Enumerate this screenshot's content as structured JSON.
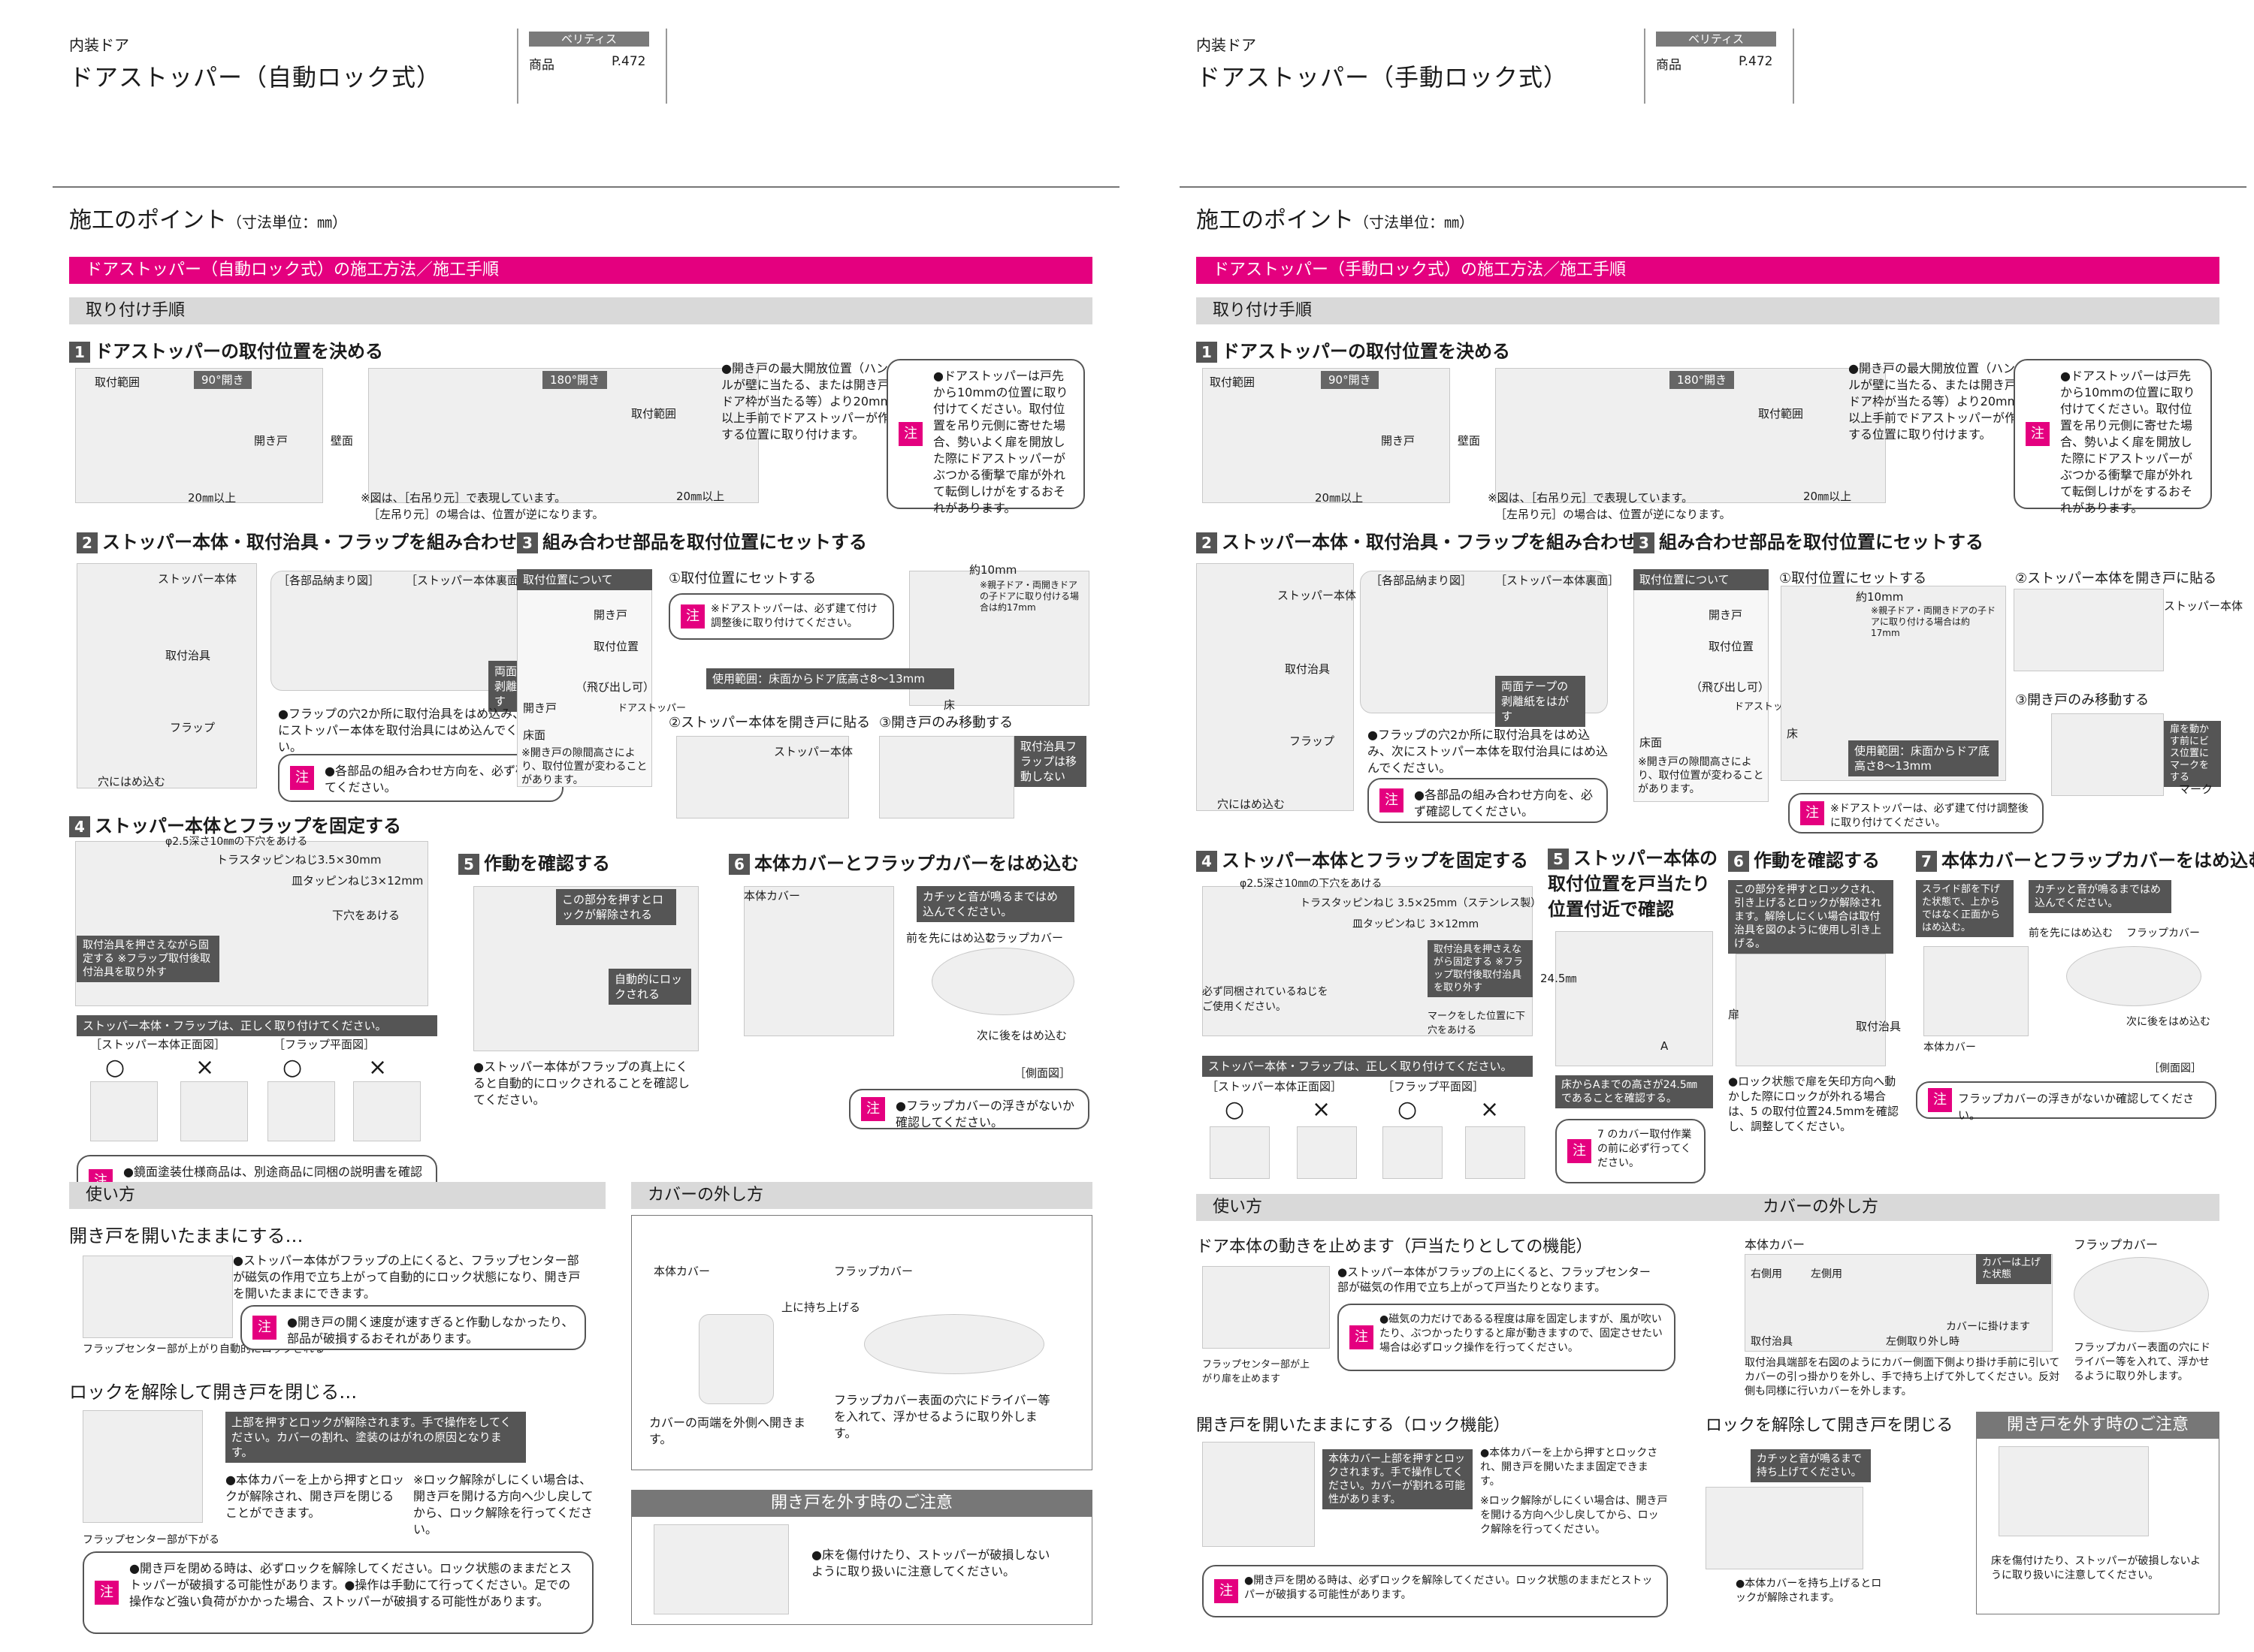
{
  "left": {
    "category": "内装ドア",
    "title": "ドアストッパー（自動ロック式）",
    "brand": "ベリティス",
    "product_label": "商品",
    "page_ref": "P.472",
    "points_title": "施工のポイント",
    "points_unit": "（寸法単位：㎜）",
    "section_title": "ドアストッパー（自動ロック式）の施工方法／施工手順",
    "procedure": "取り付け手順",
    "step1": {
      "num": "1",
      "title": "ドアストッパーの取付位置を決める",
      "range_label": "取付範囲",
      "open90": "90°開き",
      "open180": "180°開き",
      "hikido": "開き戸",
      "wall": "壁面",
      "min20a": "20㎜以上",
      "min20b": "20㎜以上",
      "range_label2": "取付範囲",
      "fig_note1": "※図は、［右吊り元］で表現しています。",
      "fig_note2": "［左吊り元］の場合は、位置が逆になります。",
      "text": "●開き戸の最大開放位置（ハンドルが壁に当たる、または開き戸とドア枠が当たる等）より20mm以上手前でドアストッパーが作動する位置に取り付けます。",
      "note": "●ドアストッパーは戸先から10mmの位置に取り付けてください。取付位置を吊り元側に寄せた場合、勢いよく扉を開放した際にドアストッパーがぶつかる衝撃で扉が外れて転倒しけがをするおそれがあります。"
    },
    "step2": {
      "num": "2",
      "title": "ストッパー本体・取付治具・フラップを組み合わせる",
      "body": "ストッパー本体",
      "jig": "取付治具",
      "flap": "フラップ",
      "hole": "穴にはめ込む",
      "parts": "［各部品納まり図］",
      "back": "［ストッパー本体裏面］",
      "tape": "両面テープの剥離紙をはがす",
      "text": "●フラップの穴2か所に取付治具をはめ込み、次にストッパー本体を取付治具にはめ込んでください。",
      "note": "●各部品の組み合わせ方向を、必ず確認してください。"
    },
    "step3": {
      "num": "3",
      "title": "組み合わせ部品を取付位置にセットする",
      "about": "取付位置について",
      "hikido": "開き戸",
      "pos": "取付位置",
      "protrude": "（飛び出し可）",
      "hikido2": "開き戸",
      "door_stopper": "ドアストッパー",
      "floor": "床面",
      "gap_note": "※開き戸の隙間高さにより、取付位置が変わることがあります。",
      "s1": "①取付位置にセットする",
      "s2": "②ストッパー本体を開き戸に貼る",
      "s3": "③開き戸のみ移動する",
      "approx": "約10mm",
      "parent_note": "※親子ドア・両開きドアの子ドアに取り付ける場合は約17mm",
      "note": "※ドアストッパーは、必ず建て付け調整後に取り付けてください。",
      "range": "使用範囲：床面からドア底高さ8～13mm",
      "floor2": "床",
      "body": "ストッパー本体",
      "jig_no_move": "取付治具フラップは移動しない"
    },
    "step4": {
      "num": "4",
      "title": "ストッパー本体とフラップを固定する",
      "pilot": "φ2.5深さ10㎜の下穴をあける",
      "screw1": "トラスタッピンねじ3.5×30mm",
      "screw2": "皿タッピンねじ3×12mm",
      "pilot2": "下穴をあける",
      "remove": "取付治具を押さえながら固定する ※フラップ取付後取付治具を取り外す",
      "correct": "ストッパー本体・フラップは、正しく取り付けてください。",
      "front": "［ストッパー本体正面図］",
      "plan": "［フラップ平面図］",
      "note": "●鏡面塗装仕様商品は、別途商品に同梱の説明書を確認の上、専用キリで下穴加工を行ってください。"
    },
    "step5": {
      "num": "5",
      "title": "作動を確認する",
      "push": "この部分を押すとロックが解除される",
      "auto": "自動的にロックされる",
      "text": "●ストッパー本体がフラップの真上にくると自動的にロックされることを確認してください。"
    },
    "step6": {
      "num": "6",
      "title": "本体カバーとフラップカバーをはめ込む",
      "cover": "本体カバー",
      "click": "カチッと音が鳴るまではめ込んでください。",
      "front_first": "前を先にはめ込む",
      "flap_cover": "フラップカバー",
      "next_back": "次に後をはめ込む",
      "side": "［側面図］",
      "note": "●フラップカバーの浮きがないか確認してください。"
    },
    "usage": "使い方",
    "cover_remove": "カバーの外し方",
    "use1": {
      "title": "開き戸を開いたままにする…",
      "text": "●ストッパー本体がフラップの上にくると、フラップセンター部が磁気の作用で立ち上がって自動的にロック状態になり、開き戸を開いたままにできます。",
      "center": "フラップセンター部が上がり自動的にロックされる",
      "note": "●開き戸の開く速度が速すぎると作動しなかったり、部品が破損するおそれがあります。"
    },
    "use2": {
      "title": "ロックを解除して開き戸を閉じる…",
      "box": "上部を押すとロックが解除されます。手で操作をしてください。カバーの割れ、塗装のはがれの原因となります。",
      "text": "●本体カバーを上から押すとロックが解除され、開き戸を閉じることができます。",
      "text2": "※ロック解除がしにくい場合は、開き戸を開ける方向へ少し戻してから、ロック解除を行ってください。",
      "center": "フラップセンター部が下がる",
      "note": "●開き戸を閉める時は、必ずロックを解除してください。ロック状態のままだとストッパーが破損する可能性があります。●操作は手動にて行ってください。足での操作など強い負荷がかかった場合、ストッパーが破損する可能性があります。"
    },
    "cover": {
      "body_cover": "本体カバー",
      "flap_cover": "フラップカバー",
      "lift": "上に持ち上げる",
      "body_text": "カバーの両端を外側へ開きます。",
      "flap_text": "フラップカバー表面の穴にドライバー等を入れて、浮かせるように取り外します。"
    },
    "caution": {
      "title": "開き戸を外す時のご注意",
      "text": "●床を傷付けたり、ストッパーが破損しないように取り扱いに注意してください。"
    }
  },
  "right": {
    "category": "内装ドア",
    "title": "ドアストッパー（手動ロック式）",
    "brand": "ベリティス",
    "product_label": "商品",
    "page_ref": "P.472",
    "points_title": "施工のポイント",
    "points_unit": "（寸法単位：㎜）",
    "section_title": "ドアストッパー（手動ロック式）の施工方法／施工手順",
    "procedure": "取り付け手順",
    "step1": {
      "num": "1",
      "title": "ドアストッパーの取付位置を決める",
      "range_label": "取付範囲",
      "open90": "90°開き",
      "open180": "180°開き",
      "hikido": "開き戸",
      "wall": "壁面",
      "min20a": "20㎜以上",
      "min20b": "20㎜以上",
      "range_label2": "取付範囲",
      "fig_note1": "※図は、［右吊り元］で表現しています。",
      "fig_note2": "［左吊り元］の場合は、位置が逆になります。",
      "text": "●開き戸の最大開放位置（ハンドルが壁に当たる、または開き戸とドア枠が当たる等）より20mm以上手前でドアストッパーが作動する位置に取り付けます。",
      "note": "●ドアストッパーは戸先から10mmの位置に取り付けてください。取付位置を吊り元側に寄せた場合、勢いよく扉を開放した際にドアストッパーがぶつかる衝撃で扉が外れて転倒しけがをするおそれがあります。"
    },
    "step2": {
      "num": "2",
      "title": "ストッパー本体・取付治具・フラップを組み合わせる",
      "body": "ストッパー本体",
      "jig": "取付治具",
      "flap": "フラップ",
      "hole": "穴にはめ込む",
      "parts": "［各部品納まり図］",
      "back": "［ストッパー本体裏面］",
      "tape": "両面テープの剥離紙をはがす",
      "text": "●フラップの穴2か所に取付治具をはめ込み、次にストッパー本体を取付治具にはめ込んでください。",
      "note": "●各部品の組み合わせ方向を、必ず確認してください。"
    },
    "step3": {
      "num": "3",
      "title": "組み合わせ部品を取付位置にセットする",
      "about": "取付位置について",
      "hikido": "開き戸",
      "pos": "取付位置",
      "protrude": "（飛び出し可）",
      "door_stopper": "ドアストッパー",
      "floor": "床面",
      "gap_note": "※開き戸の隙間高さにより、取付位置が変わることがあります。",
      "s1": "①取付位置にセットする",
      "s2": "②ストッパー本体を開き戸に貼る",
      "s3": "③開き戸のみ移動する",
      "approx": "約10mm",
      "parent_note": "※親子ドア・両開きドアの子ドアに取り付ける場合は約17mm",
      "range": "使用範囲：床面からドア底高さ8～13mm",
      "floor2": "床",
      "body": "ストッパー本体",
      "mark_note": "扉を動かす前にビス位置にマークをする",
      "mark": "マーク",
      "note": "※ドアストッパーは、必ず建て付け調整後に取り付けてください。"
    },
    "step4": {
      "num": "4",
      "title": "ストッパー本体とフラップを固定する",
      "pilot": "φ2.5深さ10㎜の下穴をあける",
      "screw1": "トラスタッピンねじ 3.5×25mm（ステンレス製）",
      "screw2": "皿タッピンねじ 3×12mm",
      "remove": "取付治具を押さえながら固定する ※フラップ取付後取付治具を取り外す",
      "marked": "マークをした位置に下穴をあける",
      "attached": "必ず同梱されているねじをご使用ください。",
      "correct": "ストッパー本体・フラップは、正しく取り付けてください。",
      "front": "［ストッパー本体正面図］",
      "plan": "［フラップ平面図］"
    },
    "step5": {
      "num": "5",
      "title": "ストッパー本体の取付位置を戸当たり位置付近で確認",
      "dim": "24.5㎜",
      "a": "A",
      "text": "床からAまでの高さが24.5㎜であることを確認する。",
      "note": "7 のカバー取付作業の前に必ず行ってください。"
    },
    "step6": {
      "num": "6",
      "title": "作動を確認する",
      "box": "この部分を押すとロックされ、引き上げるとロックが解除されます。解除しにくい場合は取付治具を図のように使用し引き上げる。",
      "door": "扉",
      "jig": "取付治具",
      "text": "●ロック状態で扉を矢印方向へ動かした際にロックが外れる場合は、5 の取付位置24.5mmを確認し、調整してください。"
    },
    "step7": {
      "num": "7",
      "title": "本体カバーとフラップカバーをはめ込む",
      "slide": "スライド部を下げた状態で、上からではなく正面からはめ込む。",
      "click": "カチッと音が鳴るまではめ込んでください。",
      "front_first": "前を先にはめ込む",
      "flap_cover": "フラップカバー",
      "next_back": "次に後をはめ込む",
      "body_cover": "本体カバー",
      "side": "［側面図］",
      "note": "フラップカバーの浮きがないか確認してください。"
    },
    "usage": "使い方",
    "cover_remove": "カバーの外し方",
    "use1": {
      "title": "ドア本体の動きを止めます（戸当たりとしての機能）",
      "text": "●ストッパー本体がフラップの上にくると、フラップセンター部が磁気の作用で立ち上がって戸当たりとなります。",
      "center": "フラップセンター部が上がり扉を止めます",
      "note": "●磁気の力だけであるる程度は扉を固定しますが、風が吹いたり、ぶつかったりすると扉が動きますので、固定させたい場合は必ずロック操作を行ってください。"
    },
    "use2": {
      "title": "開き戸を開いたままにする（ロック機能）",
      "box": "本体カバー上部を押すとロックされます。手で操作してください。カバーが割れる可能性があります。",
      "text": "●本体カバーを上から押すとロックされ、開き戸を開いたまま固定できます。",
      "text2": "※ロック解除がしにくい場合は、開き戸を開ける方向へ少し戻してから、ロック解除を行ってください。",
      "note": "●開き戸を閉める時は、必ずロックを解除してください。ロック状態のままだとストッパーが破損する可能性があります。"
    },
    "use3": {
      "title": "ロックを解除して開き戸を閉じる",
      "box": "カチッと音が鳴るまで持ち上げてください。",
      "text": "●本体カバーを持ち上げるとロックが解除されます。"
    },
    "cover": {
      "body_cover": "本体カバー",
      "right_side": "右側用",
      "left_side": "左側用",
      "raised": "カバーは上げた状態",
      "hook": "カバーに掛けます",
      "jig_remove": "取付治具",
      "left_remove": "左側取り外し時",
      "text": "取付治具端部を右図のようにカバー側面下側より掛け手前に引いてカバーの引っ掛かりを外し、手で持ち上げて外してください。反対側も同様に行いカバーを外します。",
      "flap_cover": "フラップカバー",
      "flap_text": "フラップカバー表面の穴にドライバー等を入れて、浮かせるように取り外します。"
    },
    "caution": {
      "title": "開き戸を外す時のご注意",
      "text": "床を傷付けたり、ストッパーが破損しないように取り扱いに注意してください。"
    }
  },
  "note_badge": "注",
  "ok_mark": "○",
  "ng_mark": "×"
}
